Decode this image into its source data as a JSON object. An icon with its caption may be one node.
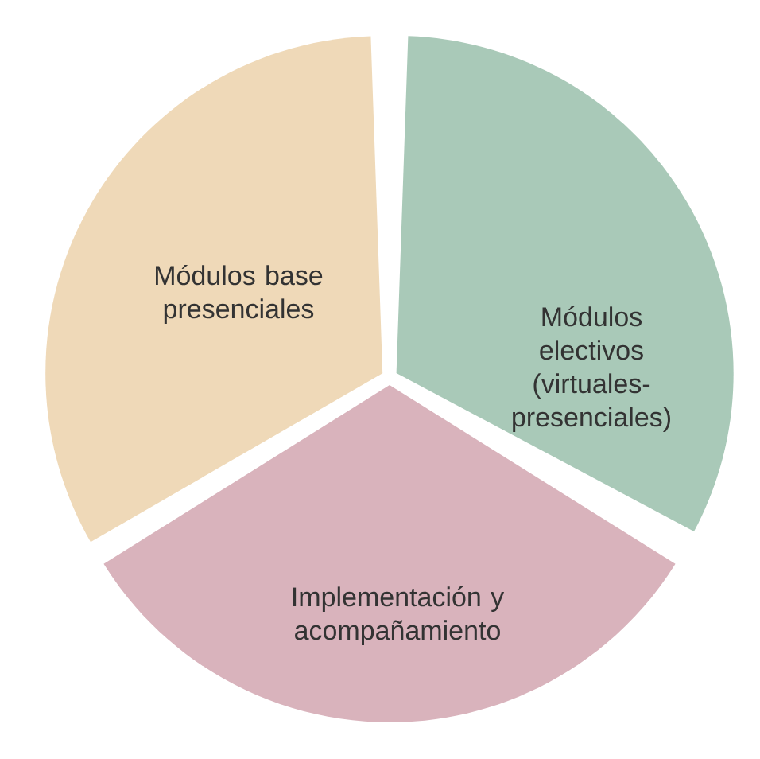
{
  "diagram": {
    "nodes": [
      {
        "text": [
          "Módulos base presenciales"
        ]
      },
      {
        "text": [
          "Módulos electivos (virtuales-presenciales)"
        ]
      },
      {
        "text": [
          "Implementación y acompañamiento"
        ]
      }
    ]
  }
}
